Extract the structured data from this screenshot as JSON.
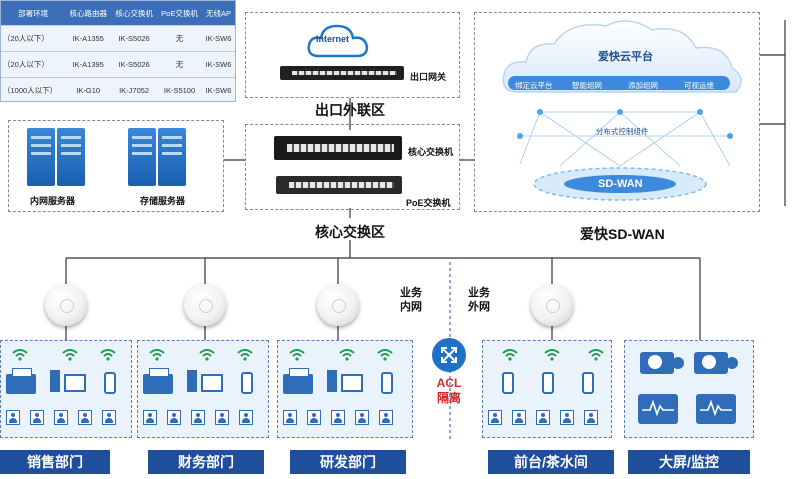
{
  "spec_table": {
    "headers": [
      "部署环境",
      "核心路由器",
      "核心交换机",
      "PoE交换机",
      "无线AP"
    ],
    "rows": [
      [
        "（20人以下）",
        "IK-A1355",
        "IK-S5026",
        "无",
        "IK-SW6"
      ],
      [
        "（20人以下）",
        "IK-A1395",
        "IK-S5026",
        "无",
        "IK-SW6"
      ],
      [
        "（1000人以下）",
        "IK-G10",
        "IK-J7052",
        "IK-S5100",
        "IK-SW6"
      ]
    ]
  },
  "internet": {
    "label": "Internet"
  },
  "devices": {
    "gateway": "出口网关",
    "core_switch": "核心交换机",
    "poe_switch": "PoE交换机",
    "intranet_server": "内网服务器",
    "storage_server": "存储服务器"
  },
  "zones": {
    "egress": "出口外联区",
    "core": "核心交换区",
    "sdwan": "爱快SD-WAN"
  },
  "cloud": {
    "title": "爱快云平台",
    "steps": [
      "绑定云平台",
      "智能组网",
      "添加组网",
      "可视运维"
    ],
    "component": "分布式控制组件",
    "sdwan_ring": "SD-WAN"
  },
  "traffic": {
    "intranet_line1": "业务",
    "intranet_line2": "内网",
    "external_line1": "业务",
    "external_line2": "外网",
    "acl_line1": "ACL",
    "acl_line2": "隔离"
  },
  "departments": [
    "销售部门",
    "财务部门",
    "研发部门",
    "前台/茶水间",
    "大屏/监控"
  ],
  "colors": {
    "accent": "#1f4e9a",
    "acl": "#d9262c",
    "panel": "#eaf3fb"
  }
}
